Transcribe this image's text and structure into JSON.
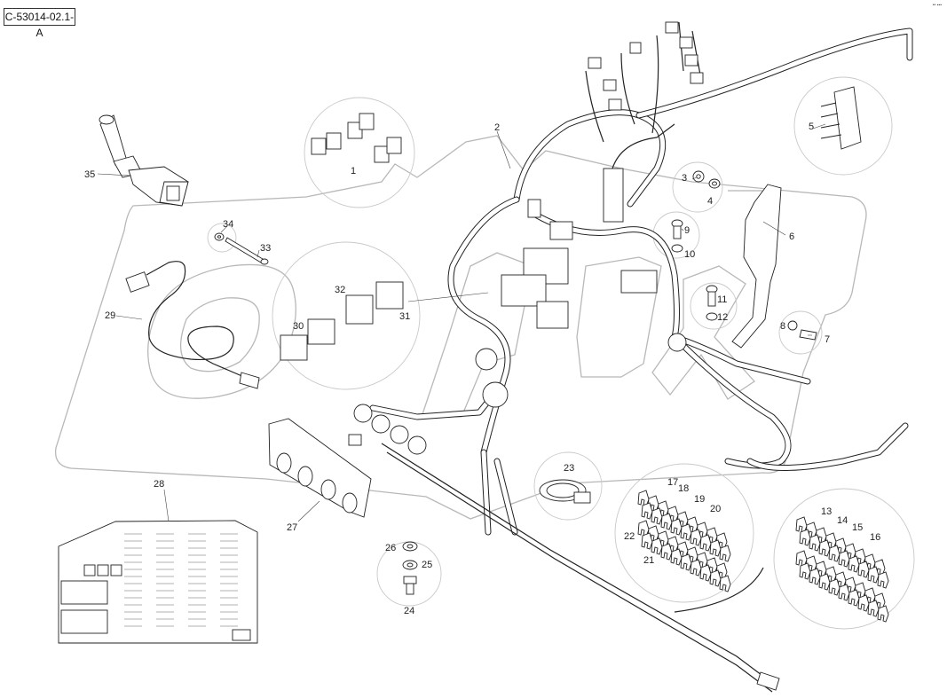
{
  "drawing_code": "C-53014-02.1-A",
  "brand_mark": "•• ▪▪▪",
  "callouts": [
    "1",
    "2",
    "3",
    "4",
    "5",
    "6",
    "7",
    "8",
    "9",
    "10",
    "11",
    "12",
    "13",
    "14",
    "15",
    "16",
    "17",
    "18",
    "19",
    "20",
    "21",
    "22",
    "23",
    "24",
    "25",
    "26",
    "27",
    "28",
    "29",
    "30",
    "31",
    "32",
    "33",
    "34",
    "35"
  ]
}
